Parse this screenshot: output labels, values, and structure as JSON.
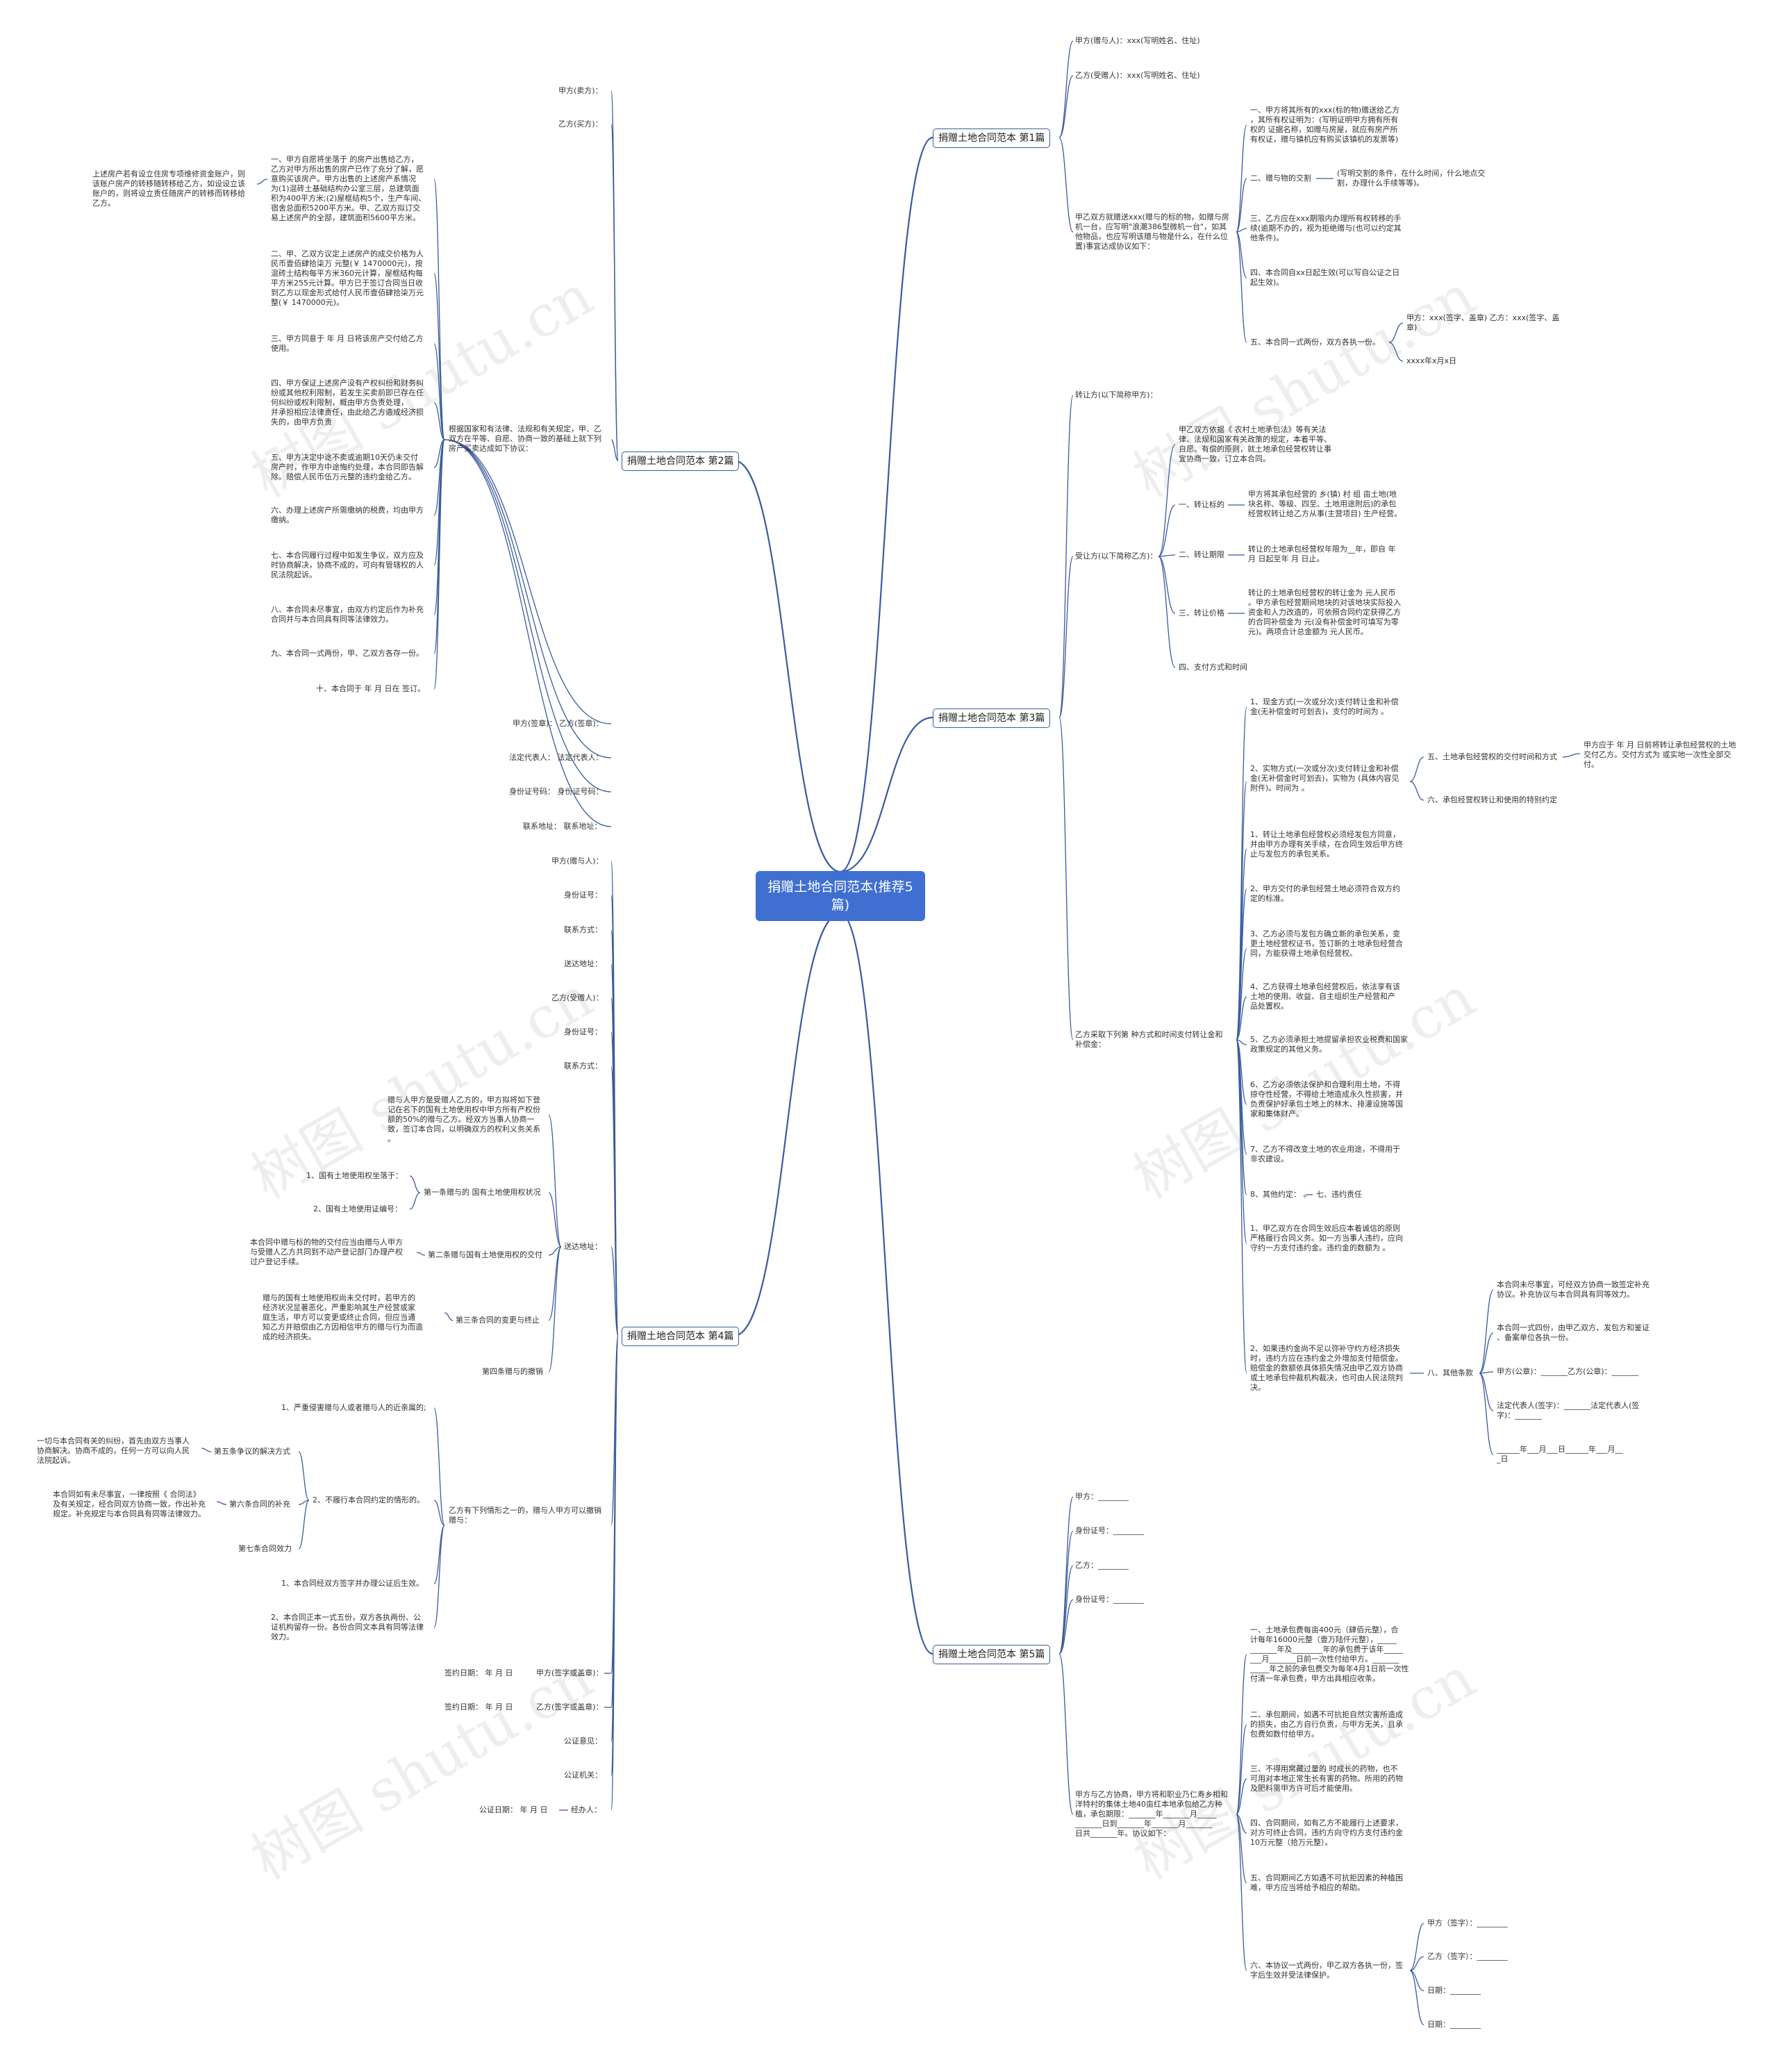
{
  "title": "捐赠土地合同范本(推荐5篇)",
  "watermark": "树图 shutu.cn",
  "colors": {
    "root_bg": "#3f6fd1",
    "link": "#3a5b9e",
    "text": "#333333"
  },
  "branches": {
    "b1": "捐赠土地合同范本 第1篇",
    "b2": "捐赠土地合同范本 第2篇",
    "b3": "捐赠土地合同范本 第3篇",
    "b4": "捐赠土地合同范本 第4篇",
    "b5": "捐赠土地合同范本 第5篇"
  },
  "p1": {
    "jia": "甲方(赠与人)：xxx(写明姓名、住址)",
    "yi": "乙方(受赠人)：xxx(写明姓名、住址)",
    "intro": "甲乙双方就赠送xxx(赠与的标的物，如赠与房\n机一台，应写明\"浪潮386型微机一台\"，如其\n他物品，也应写明该赠与物是什么，在什么位\n置)事宜达成协议如下：",
    "c1": "一、甲方将其所有的xxx(标的物)赠送给乙方\n，其所有权证明为：(写明证明甲方拥有所有\n权的 证据名称，如赠与房屋，就应有房产所\n有权证，赠与镇机应有购买该镇机的发票等)",
    "c2": "二、赠与物的交割",
    "c2d": "(写明交割的条件，在什么时间，什么地点交\n割，办理什么手续等等)。",
    "c3": "三、乙方应在xxx期限内办理所有权转移的手\n续(逾期不办的，视为拒绝赠与(也可以约定其\n他条件)。",
    "c4": "四、本合同自xx日起生效(可以写自公证之日\n起生效)。",
    "c5": "五、本合同一式两份，双方各执一份。",
    "c5a": "甲方：xxx(签字、盖章) 乙方：xxx(签字、盖\n章)",
    "c5b": "xxxx年x月x日"
  },
  "p2": {
    "jia": "甲方(卖方)：",
    "yi": "乙方(买方)：",
    "intro": "根据国家和有法律、法规和有关规定，甲、乙\n双方在平等、自愿、协商一致的基础上就下列\n房产买卖达成如下协议：",
    "c1": "一、甲方自愿将坐落于 的房产出售给乙方，\n乙方对甲方所出售的房产已作了充分了解，愿\n意购买该房产。甲方出售的上述房产系情况\n为(1)混砖土基础结构办公室三层，总建筑面\n积为400平方米;(2)屋框结构5个，生产车间、\n宿舍总面积5200平方米。甲、乙双方拟订交\n易上述房产的全部，建筑面积5600平方米。",
    "c1note": "上述房产若有设立住房专项维修资金账户，则\n该账户房产的转移随转移给乙方，如设设立该\n账户的，则将设立责任随房产的转移而转移给\n乙方。",
    "c2": "二、甲、乙双方议定上述房产的成交价格为人\n民币壹佰肆拾柒万 元整(￥ 1470000元)，按\n混砖土结构每平方米360元计算，屋框结构每\n平方米255元计算。甲方已于签订合同当日收\n到乙方以现金形式给付人民币壹佰肆拾柒万元\n整(￥ 1470000元)。",
    "c3": "三、甲方同意于 年 月 日将该房产交付给乙方\n使用。",
    "c4": "四、甲方保证上述房产没有产权纠纷和财务纠\n纷或其他权利限制，若发生买卖前即已存在任\n何纠纷或权利限制，概由甲方负责处理，\n并承担相应法律责任，由此给乙方造成经济损\n失的，由甲方负责",
    "c5": "五、甲方决定中途不卖或逾期10天仍未交付\n房产时，作甲方中途悔约处理，本合同即告解\n除。赔偿人民币伍万元整的违约金给乙方。",
    "c6": "六、办理上述房产所需缴纳的税费，均由甲方\n缴纳。",
    "c7": "七、本合同履行过程中如发生争议，双方应及\n时协商解决，协商不成的，可向有管辖权的人\n民法院起诉。",
    "c8": "八、本合同未尽事宜，由双方约定后作为补充\n合同并与本合同具有同等法律效力。",
    "c9": "九、本合同一式两份，甲、乙双方各存一份。",
    "c10": "十、本合同于 年 月 日在 签订。",
    "s1": "甲方(签章)： 乙方(签章)：",
    "s2": "法定代表人：  法定代表人：",
    "s3": "身份证号码：  身份证号码：",
    "s4": "联系地址：  联系地址："
  },
  "p3": {
    "a": "转让方(以下简称甲方)：",
    "b": "受让方(以下简称乙方)：",
    "intro": "甲乙双方依据《 农村土地承包法》等有关法\n律、法规和国家有关政策的规定，本着平等、\n自愿、有偿的原则，就土地承包经营权转让事\n宜协商一致，订立本合同。",
    "r1": "一、转让标的",
    "r1d": "甲方将其承包经营的 乡(镇) 村 组 亩土地(地\n块名称、等级、四至、土地用途附后)的承包\n经营权转让给乙方从事(主营项目) 生产经营。",
    "r2": "二、转让期限",
    "r2d": "转让的土地承包经营权年限为__年，即自 年\n月 日起至年 月 日止。",
    "r3": "三、转让价格",
    "r3d": "转让的土地承包经营权的转让金为 元人民币\n。甲方承包经营期间地块的对该地块实际投入\n资金和人力改造的，可依照合同约定获得乙方\n的合同补偿金为 元(没有补偿金时可填写为零\n元)。两项合计总金额为 元人民币。",
    "r4": "四、支付方式和时间",
    "pay": "乙方采取下列第 种方式和时间支付转让金和\n补偿金：",
    "p1": "1、现金方式(一次或分次)支付转让金和补偿\n金(无补偿金时可划去)，支付的时间为 。",
    "p2": "2、实物方式(一次或分次)支付转让金和补偿\n金(无补偿金时可划去)，实物为 (具体内容见\n附件)。时间为 。",
    "q5": "五、土地承包经营权的交付时间和方式",
    "q5d": "甲方应于 年 月 日前将转让承包经营权的土地\n交付乙方。交付方式为 或实地一次性全部交\n付。",
    "q6": "六、承包经营权转让和使用的特别约定",
    "i1": "1、转让土地承包经营权必须经发包方同意，\n并由甲方办理有关手续，在合同生效后甲方终\n止与发包方的承包关系。",
    "i2": "2、甲方交付的承包经营土地必须符合双方约\n定的标准。",
    "i3": "3、乙方必须与发包方确立新的承包关系，变\n更土地经营权证书，签订新的土地承包经营合\n同，方能获得土地承包经营权。",
    "i4": "4、乙方获得土地承包经营权后，依法享有该\n土地的使用、收益、自主组织生产经营和产\n品处置权。",
    "i5": "5、乙方必须承担土地提留承担农业税费和国家\n政策规定的其他义务。",
    "i6": "6、乙方必须依法保护和合理利用土地，不得\n掠夺性经营，不得给土地造成永久性损害，并\n负责保护好承包土地上的林木、排灌设施等国\n家和集体财产。",
    "i7": "7、乙方不得改变土地的农业用途，不得用于\n非农建设。",
    "i8": "8、其他约定： 。",
    "i8b": "七、违约责任",
    "v1": "1、甲乙双方在合同生效后应本着诚信的原则\n严格履行合同义务。如一方当事人违约，应向\n守约一方支付违约金。违约金的数额为 。",
    "v2": "2、如果违约金尚不足以弥补守约方经济损失\n时，违约方应在违约金之外增加支付赔偿金。\n赔偿金的数额依具体损失情况由甲乙双方协商\n或土地承包仲裁机构裁决，也可由人民法院判\n决。",
    "o8": "八、其他条款",
    "o8a": "本合同未尽事宜，可经双方协商一致签定补充\n协议。补充协议与本合同具有同等效力。",
    "o8b": "本合同一式四份，由甲乙双方、发包方和鉴证\n、备案单位各执一份。",
    "o8c": "甲方(公章)：_______乙方(公章)：_______",
    "o8d": "法定代表人(签字)：_______法定代表人(签\n字)：_______",
    "o8e": "______年___月___日______年___月__\n_日"
  },
  "p4": {
    "a1": "甲方(赠与人)：",
    "a2": "身份证号：",
    "a3": "联系方式：",
    "a4": "送达地址：",
    "b1": "乙方(受赠人)：",
    "b2": "身份证号：",
    "b3": "联系方式：",
    "addr": "送达地址：",
    "intro": "赠与人甲方是受赠人乙方的，甲方拟将如下登\n记在名下的国有土地使用权中甲方所有产权份\n额的50%的赠与乙方。经双方当事人协商一\n致，签订本合同，以明确双方的权利义务关系\n。",
    "s1": "第一条赠与的 国有土地使用权状况",
    "s1a": "1、国有土地使用权坐落于：",
    "s1b": "2、国有土地使用证编号：",
    "s2": "第二条赠与国有土地使用权的交付",
    "s2d": "本合同中赠与标的物的交付应当由赠与人甲方\n与受赠人乙方共同到不动产登记部门办理产权\n过户登记手续。",
    "s3": "第三条合同的变更与终止",
    "s3d": "赠与的国有土地使用权尚未交付时，若甲方的\n经济状况显著恶化，严重影响其生产经营或家\n庭生活，甲方可以变更或终止合同，但应当通\n知乙方并赔偿由乙方因相信甲方的赠与行为而造\n成的经济损失。",
    "s4": "第四条赠与的撤销",
    "rev": "乙方有下列情形之一的，赠与人甲方可以撤销\n赠与：",
    "rv1": "1、严重侵害赠与人或者赠与人的近亲属的;",
    "rv2": "2、不履行本合同约定的情形的。",
    "q5": "第五条争议的解决方式",
    "q5d": "一切与本合同有关的纠纷，首先由双方当事人\n协商解决。协商不成的，任何一方可以向人民\n法院起诉。",
    "q6": "第六条合同的补充",
    "q6d": "本合同如有未尽事宜，一律按照《 合同法》\n及有关规定，经合同双方协商一致，作出补充\n规定。补充规定与本合同具有同等法律效力。",
    "q7": "第七条合同效力",
    "e1": "1、本合同经双方签字并办理公证后生效。",
    "e2": "2、本合同正本一式五份，双方各执两份、公\n证机构留存一份。各份合同文本具有同等法律\n效力。",
    "g1": "甲方(签字或盖章)：",
    "g1d": "签约日期： 年 月 日",
    "g2": "乙方(签字或盖章)：",
    "g2d": "签约日期： 年 月 日",
    "g3": "公证意见：",
    "g4": "公证机关：",
    "g5": "经办人：",
    "g5d": "公证日期： 年 月 日"
  },
  "p5": {
    "a1": "甲方：________",
    "a2": "身份证号：________",
    "a3": "乙方：________",
    "a4": "身份证号：________",
    "intro": "甲方与乙方协商，甲方将和职业乃仁寿乡相和\n洋特村的集体土地40亩红本地承包给乙方种\n植，承包期限：_______年_______月_____\n_______日到_______年_______月_______\n日共_______年。协议如下：",
    "c1": "一、土地承包费每亩400元（肆佰元整），合\n计每年16000元整（壹万陆仟元整），_____\n_______年及________年的承包费于该年_____\n___月_______日前一次性付给甲方。_______\n_____年之前的承包费交为每年4月1日前一次性\n付清一年承包费，甲方出具相应收条。",
    "c2": "二、承包期间，如遇不可抗拒自然灾害所造成\n的损失，由乙方自行负责，与甲方无关，且承\n包费如数付给甲方。",
    "c3": "三、不得用窝藏过量的 时成长的药物，也不\n可用对本地正常生长有害的药物。所用的药物\n及肥料需甲方许可后才能使用。",
    "c4": "四、合同期间，如有乙方不能履行上述要求，\n对方可终止合同，违约方向守约方支付违约金\n10万元整（拾万元整）。",
    "c5": "五、合同期间乙方如遇不可抗拒因素的种植困\n难，甲方应当将给予相应的帮助。",
    "c6": "六、本协议一式两份，甲乙双方各执一份，签\n字后生效并受法律保护。",
    "c6a": "甲方（签字）：________",
    "c6b": "乙方（签字）：________",
    "c6c": "日期：________",
    "c6d": "日期：________"
  }
}
